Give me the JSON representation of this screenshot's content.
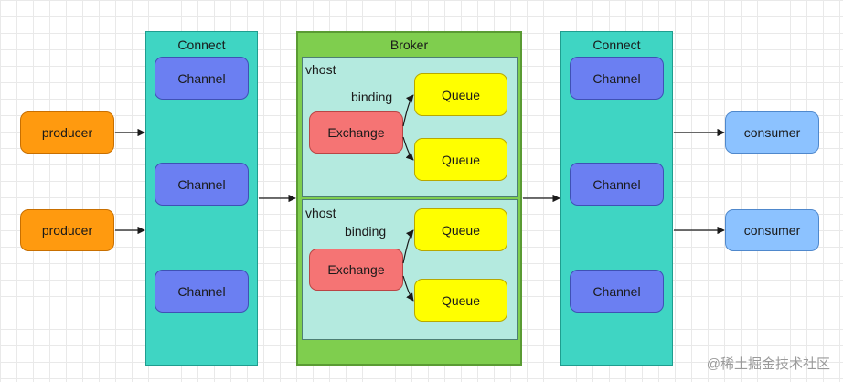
{
  "left_connect": {
    "title": "Connect",
    "channels": [
      "Channel",
      "Channel",
      "Channel"
    ]
  },
  "right_connect": {
    "title": "Connect",
    "channels": [
      "Channel",
      "Channel",
      "Channel"
    ]
  },
  "producers": [
    "producer",
    "producer"
  ],
  "consumers": [
    "consumer",
    "consumer"
  ],
  "broker": {
    "title": "Broker",
    "vhosts": [
      {
        "label": "vhost",
        "binding_label": "binding",
        "exchange": "Exchange",
        "queues": [
          "Queue",
          "Queue"
        ]
      },
      {
        "label": "vhost",
        "binding_label": "binding",
        "exchange": "Exchange",
        "queues": [
          "Queue",
          "Queue"
        ]
      }
    ]
  },
  "watermark": "@稀土掘金技术社区",
  "colors": {
    "connect": "#3fd5c3",
    "broker": "#7fce4e",
    "vhost": "#b4eadf",
    "channel": "#6b7ff2",
    "producer": "#ff9a0f",
    "consumer": "#8cc2ff",
    "exchange": "#f57474",
    "queue": "#ffff00"
  }
}
